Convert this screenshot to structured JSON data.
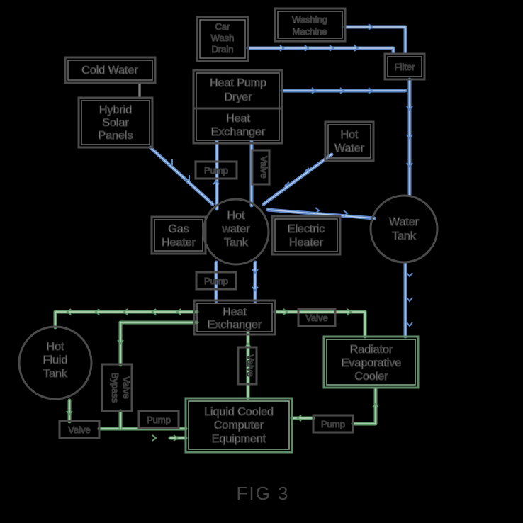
{
  "figure_label": "FIG 3",
  "nodes": {
    "car_wash_drain": [
      "Car",
      "Wash",
      "Drain"
    ],
    "washing_machine": [
      "Washing",
      "Machine"
    ],
    "filter": [
      "Filter"
    ],
    "cold_water": [
      "Cold Water"
    ],
    "hybrid_solar_panels": [
      "Hybrid",
      "Solar",
      "Panels"
    ],
    "heat_pump_dryer": [
      "Heat Pump",
      "Dryer"
    ],
    "heat_exchanger_top": [
      "Heat",
      "Exchanger"
    ],
    "hot_water": [
      "Hot",
      "Water"
    ],
    "pump_top": [
      "Pump"
    ],
    "valve_top": [
      "Valve"
    ],
    "gas_heater": [
      "Gas",
      "Heater"
    ],
    "hot_water_tank": [
      "Hot",
      "water",
      "Tank"
    ],
    "electric_heater": [
      "Electric",
      "Heater"
    ],
    "water_tank": [
      "Water",
      "Tank"
    ],
    "pump_mid": [
      "Pump"
    ],
    "heat_exchanger_mid": [
      "Heat",
      "Exchanger"
    ],
    "valve_right": [
      "Valve"
    ],
    "hot_fluid_tank": [
      "Hot",
      "Fluid",
      "Tank"
    ],
    "bypass_valve": [
      "Bypass",
      "Valve"
    ],
    "valve_center": [
      "Valve"
    ],
    "radiator_cooler": [
      "Radiator",
      "Evaporative",
      "Cooler"
    ],
    "valve_left": [
      "Valve"
    ],
    "pump_left": [
      "Pump"
    ],
    "liquid_cooled": [
      "Liquid Cooled",
      "Computer",
      "Equipment"
    ],
    "pump_bottom_right": [
      "Pump"
    ]
  }
}
